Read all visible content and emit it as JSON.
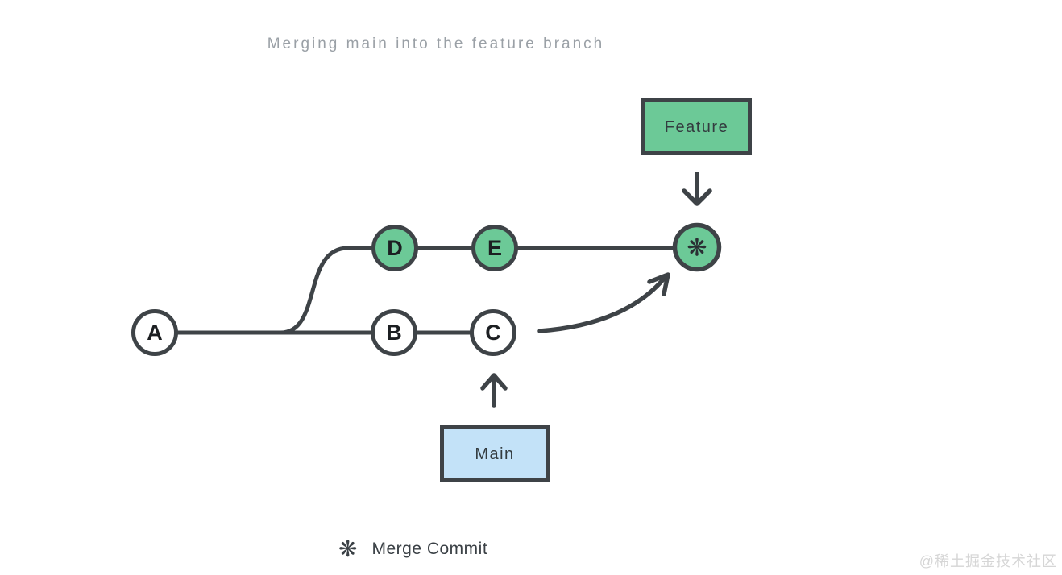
{
  "title": "Merging main into the feature branch",
  "diagram": {
    "type": "git-merge-diagram",
    "branch_labels": {
      "feature": "Feature",
      "main": "Main"
    },
    "commits": {
      "a": "A",
      "b": "B",
      "c": "C",
      "d": "D",
      "e": "E"
    },
    "merge_symbol": "❋",
    "feature_branch_commits": [
      "D",
      "E",
      "merge-commit"
    ],
    "main_branch_commits": [
      "A",
      "B",
      "C"
    ]
  },
  "legend": {
    "symbol": "❋",
    "label": "Merge Commit"
  },
  "watermark": "@稀土掘金技术社区",
  "colors": {
    "line": "#3e4347",
    "node_border": "#3e4347",
    "feature_fill": "#6cc997",
    "main_fill": "#c3e2f8",
    "node_letter": "#1c1f22",
    "title_text": "#9aa0a6",
    "legend_text": "#3a4045",
    "watermark_text": "#d6d6d6",
    "background": "#ffffff"
  }
}
